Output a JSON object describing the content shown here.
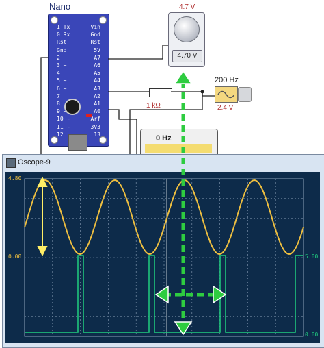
{
  "nano": {
    "title": "Nano",
    "left_pins": [
      "1",
      "0",
      "Rst",
      "Gnd",
      "2",
      "3",
      "4",
      "5",
      "6",
      "7",
      "8",
      "9",
      "10",
      "11",
      "12"
    ],
    "left_pin_names": [
      "Tx",
      "Rx",
      "",
      "",
      "",
      "~",
      "",
      "~",
      "~",
      "",
      "",
      "~",
      "~",
      "~",
      ""
    ],
    "right_pins": [
      "Vin",
      "Gnd",
      "Rst",
      "5V",
      "A7",
      "A6",
      "A5",
      "A4",
      "A3",
      "A2",
      "A1",
      "A0",
      "Arf",
      "3V3",
      "13"
    ]
  },
  "potentiometer": {
    "value_label": "4.7 V",
    "readout": "4.70 V"
  },
  "resistor": {
    "label": "1 kΩ"
  },
  "function_generator": {
    "frequency": "200 Hz",
    "voltage": "2.4 V"
  },
  "frequency_meter": {
    "label": "0 Hz"
  },
  "oscilloscope": {
    "window_title": "Oscope-9",
    "ch1_top_label": "4.80",
    "ch1_zero_label": "0.00",
    "ch2_top_label": "5.00",
    "ch2_zero_label": "0.00",
    "colors": {
      "ch1": "#f0c040",
      "ch2": "#20d080",
      "grid": "#8aa0b8",
      "screen": "#0d2b4a"
    }
  },
  "annotations": {
    "arrow_color": "#2ecc40",
    "amplitude_arrow_color": "#ffee66"
  }
}
